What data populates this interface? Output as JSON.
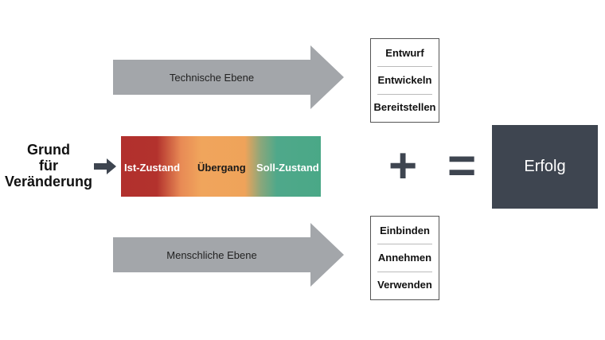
{
  "reason": {
    "lines": [
      "Grund",
      "für",
      "Veränderung"
    ]
  },
  "technical": {
    "label": "Technische Ebene",
    "steps": [
      "Entwurf",
      "Entwickeln",
      "Bereitstellen"
    ]
  },
  "change_bar": {
    "left": "Ist-Zustand",
    "middle": "Übergang",
    "right": "Soll-Zustand"
  },
  "human": {
    "label": "Menschliche Ebene",
    "steps": [
      "Einbinden",
      "Annehmen",
      "Verwenden"
    ]
  },
  "operators": {
    "plus": "+",
    "equals": "="
  },
  "result": {
    "label": "Erfolg"
  },
  "colors": {
    "arrow": "#a3a6aa",
    "dark": "#3e4550",
    "red": "#b1302d",
    "orange": "#f0a55c",
    "green": "#4aa887"
  }
}
